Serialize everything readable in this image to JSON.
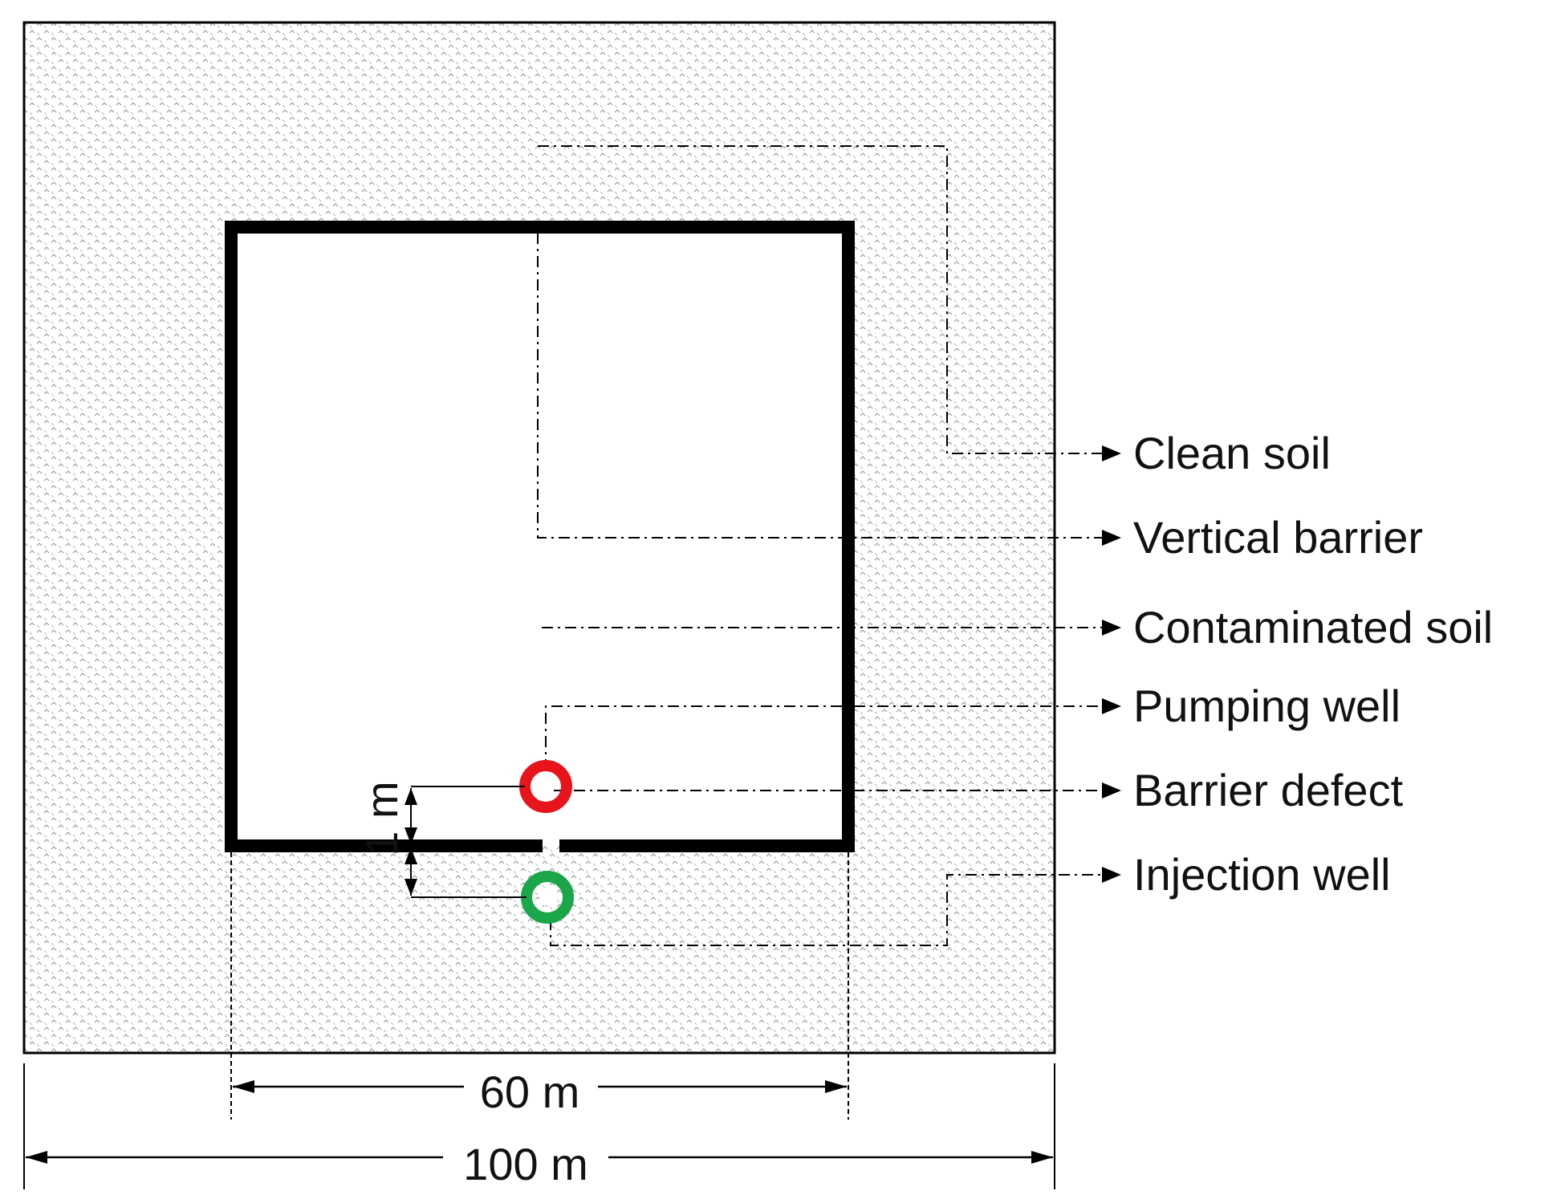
{
  "labels": {
    "clean_soil": "Clean soil",
    "vertical_barrier": "Vertical barrier",
    "contaminated_soil": "Contaminated soil",
    "pumping_well": "Pumping well",
    "barrier_defect": "Barrier defect",
    "injection_well": "Injection well"
  },
  "dimensions": {
    "inner_width": "60 m",
    "outer_width": "100 m",
    "well_offset": "1 m"
  },
  "colors": {
    "pumping_well": "#e8141c",
    "injection_well": "#1ba64a",
    "barrier": "#000000",
    "soil_hatch": "#9a9a9a"
  }
}
